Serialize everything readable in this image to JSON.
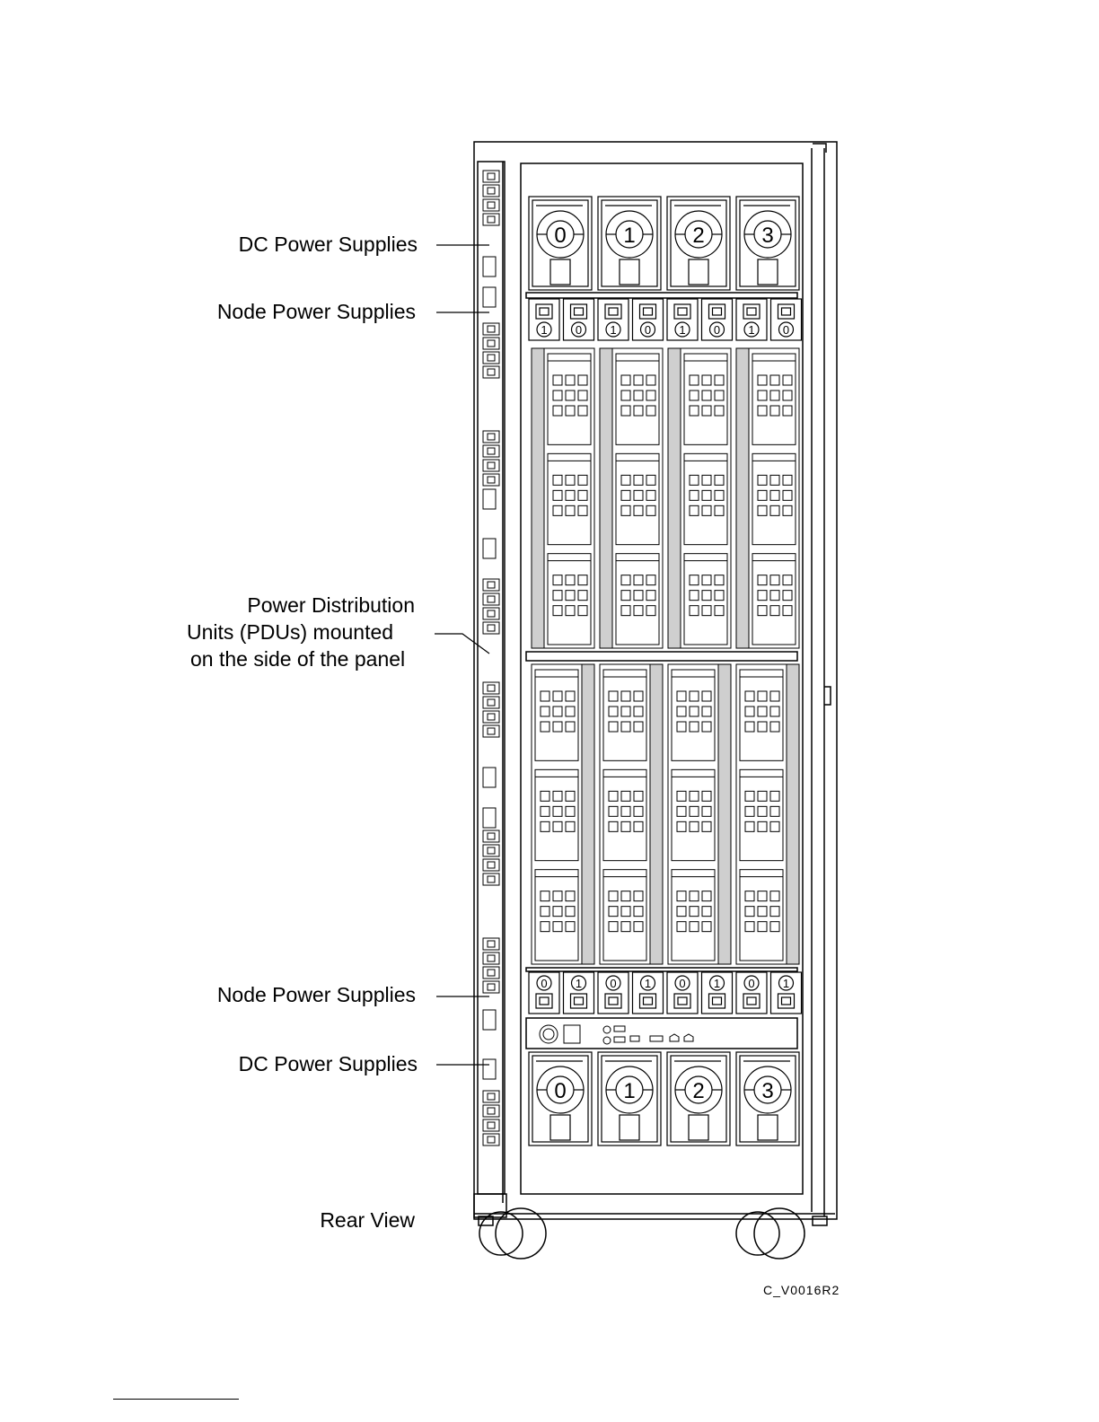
{
  "labels": {
    "dc_top": "DC Power Supplies",
    "node_top": "Node Power Supplies",
    "pdu_line1": "Power Distribution",
    "pdu_line2": "Units (PDUs) mounted",
    "pdu_line3": "on the side of the panel",
    "node_bottom": "Node Power Supplies",
    "dc_bottom": "DC Power Supplies",
    "rear_view": "Rear View"
  },
  "figure_id": "C_V0016R2",
  "dc_supply_numbers_top": [
    "0",
    "1",
    "2",
    "3"
  ],
  "node_supply_numbers_top": [
    "1",
    "0",
    "1",
    "0",
    "1",
    "0",
    "1",
    "0"
  ],
  "node_supply_numbers_bottom": [
    "0",
    "1",
    "0",
    "1",
    "0",
    "1",
    "0",
    "1"
  ],
  "dc_supply_numbers_bottom": [
    "0",
    "1",
    "2",
    "3"
  ]
}
